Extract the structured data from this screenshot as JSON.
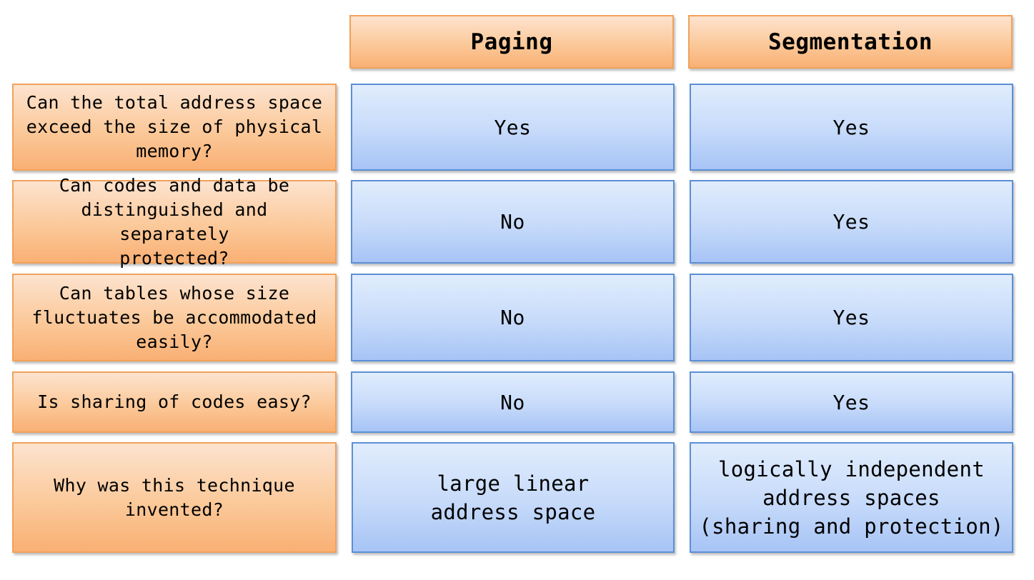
{
  "headers": {
    "paging": "Paging",
    "segmentation": "Segmentation"
  },
  "rows": [
    {
      "question": "Can the total address space\nexceed the size of physical\nmemory?",
      "paging": "Yes",
      "segmentation": "Yes"
    },
    {
      "question": "Can codes and data be\ndistinguished and separately\nprotected?",
      "paging": "No",
      "segmentation": "Yes"
    },
    {
      "question": "Can tables whose size\nfluctuates be accommodated\neasily?",
      "paging": "No",
      "segmentation": "Yes"
    },
    {
      "question": "Is sharing of codes easy?",
      "paging": "No",
      "segmentation": "Yes"
    },
    {
      "question": "Why was this technique\ninvented?",
      "paging": "large linear\naddress space",
      "segmentation": "logically independent\naddress spaces\n(sharing and protection)"
    }
  ],
  "colors": {
    "orange_border": "#f0a25c",
    "orange_fill": "#fbc99a",
    "blue_border": "#5b8fd6",
    "blue_fill": "#c6dafa"
  }
}
